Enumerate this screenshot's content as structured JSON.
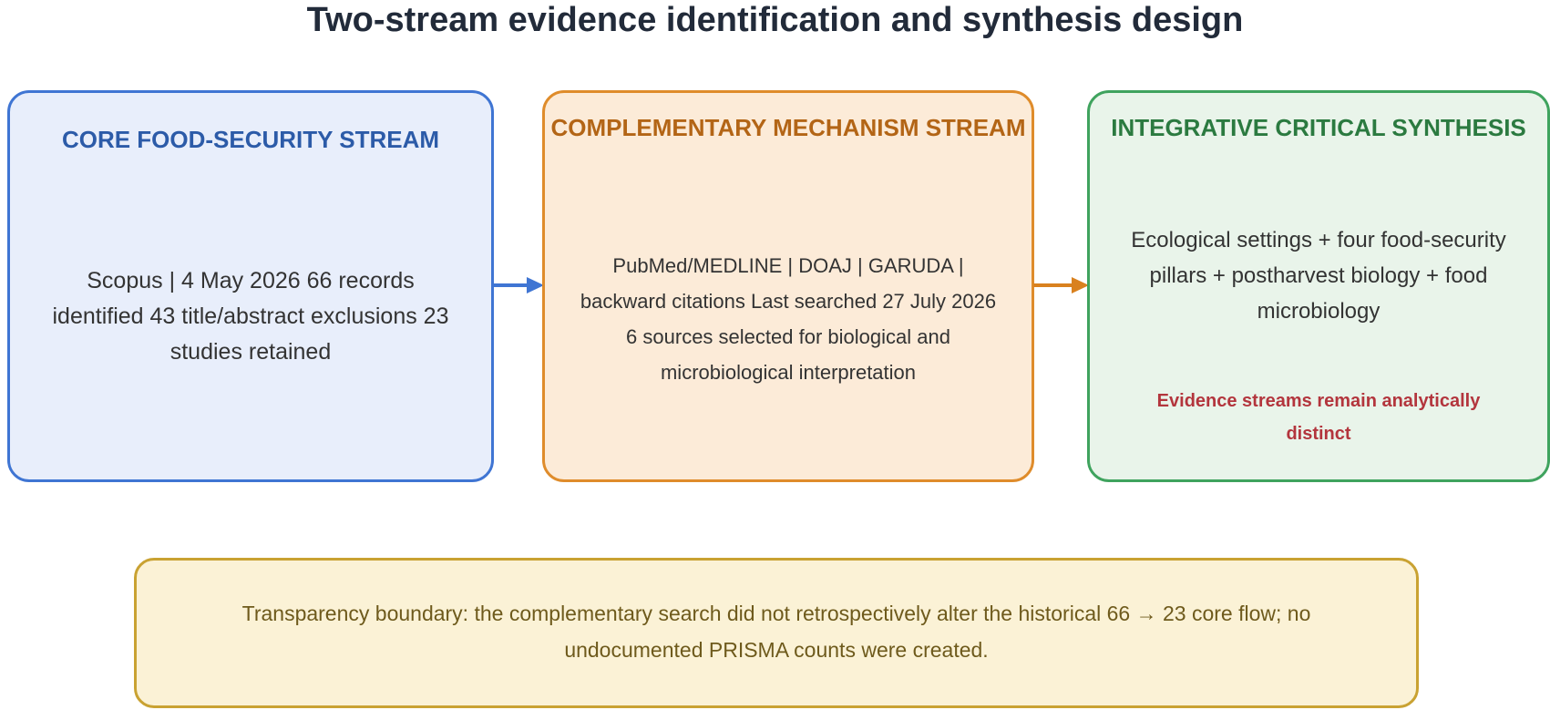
{
  "title": "Two-stream evidence identification and synthesis design",
  "core_stream": {
    "title": "CORE FOOD-SECURITY STREAM",
    "body": "Scopus | 4 May 2026 66 records identified 43 title/abstract exclusions 23 studies retained"
  },
  "complementary_stream": {
    "title": "COMPLEMENTARY MECHANISM STREAM",
    "body": "PubMed/MEDLINE | DOAJ | GARUDA | backward citations Last searched 27 July 2026 6 sources selected for biological and microbiological interpretation"
  },
  "synthesis": {
    "title": "INTEGRATIVE CRITICAL SYNTHESIS",
    "body": "Ecological settings + four food-security pillars + postharvest biology + food microbiology",
    "note": "Evidence streams remain analytically distinct"
  },
  "boundary": {
    "text": "Transparency boundary: the complementary search did not retrospectively alter the historical 66 → 23 core flow; no undocumented PRISMA counts were created."
  },
  "colors": {
    "core_border": "#3f75d3",
    "core_fill": "#e8eefb",
    "complementary_border": "#df8c2b",
    "complementary_fill": "#fcebd8",
    "synthesis_border": "#3fa35e",
    "synthesis_fill": "#e9f4ea",
    "boundary_border": "#c9a232",
    "boundary_fill": "#fbf2d6",
    "note_text": "#b3353d",
    "arrow_blue": "#3f75d3",
    "arrow_orange": "#d9811f"
  }
}
